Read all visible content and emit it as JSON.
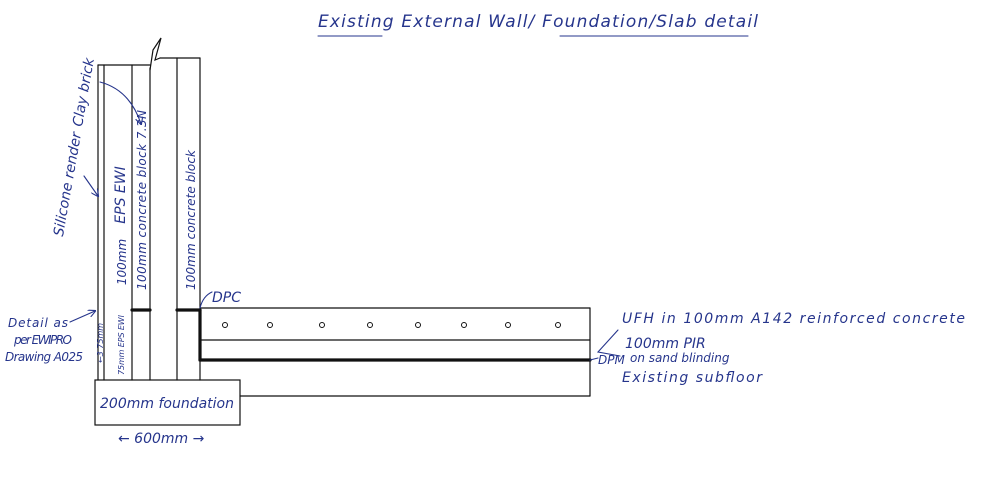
{
  "title": "Existing External Wall/ Foundation/Slab detail",
  "wall": {
    "silicone_render": "Silicone render",
    "clay_brick": "Clay brick",
    "eps_ewi": "EPS EWI",
    "eps_thickness": "100mm",
    "inner_block": "100mm concrete block 7.3N",
    "concrete_block": "100mm concrete block",
    "dpc": "DPC"
  },
  "ewi_detail": {
    "note": [
      "Detail as",
      "per EWIPRO",
      "Drawing A025"
    ],
    "dim": "←3 75mm",
    "eps_below_dpc": "75mm EPS EWI"
  },
  "slab": {
    "ufh": "UFH in 100mm A142 reinforced concrete",
    "pir": "100mm PIR",
    "dpm": "DPM",
    "dpm_base": "on sand blinding",
    "subfloor": "Existing subfloor"
  },
  "foundation": {
    "label": "200mm foundation",
    "width": "← 600mm →"
  },
  "colors": {
    "ink": "#26358c",
    "line": "#111111"
  }
}
